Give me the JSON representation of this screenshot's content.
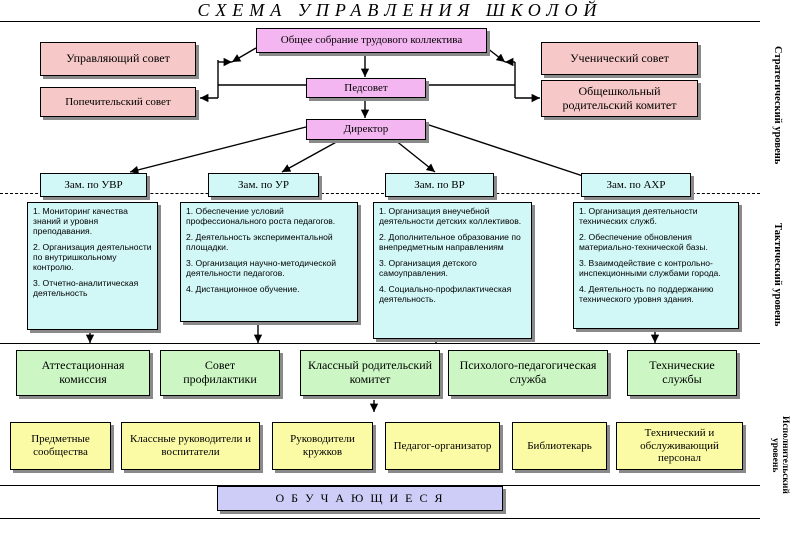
{
  "title": "СХЕМА    УПРАВЛЕНИЯ    ШКОЛОЙ",
  "levels": {
    "strategic": "Стратегический уровень",
    "tactical": "Тактический уровень",
    "executive": "Исполнительский уровень"
  },
  "top": {
    "general_meeting": "Общее собрание трудового коллектива",
    "pedsovet": "Педсовет",
    "director": "Директор",
    "managing_council": "Управляющий совет",
    "trustee_council": "Попечительский совет",
    "student_council": "Ученический совет",
    "parent_committee": "Общешкольный родительский комитет"
  },
  "deputies": [
    {
      "label": "Зам. по УВР",
      "items": [
        "1. Мониторинг качества знаний и уровня преподавания.",
        "2. Организация деятельности по внутришкольному контролю.",
        "3. Отчетно-аналитическая деятельность"
      ]
    },
    {
      "label": "Зам. по УР",
      "items": [
        "1. Обеспечение условий профессионального роста педагогов.",
        "2. Деятельность экспериментальной площадки.",
        "3. Организация научно-методической деятельности педагогов.",
        "4. Дистанционное обучение."
      ]
    },
    {
      "label": "Зам. по ВР",
      "items": [
        "1. Организация внеучебной деятельности детских коллективов.",
        "2. Дополнительное образование по внепредметным направлениям",
        "3. Организация детского самоуправления.",
        "4. Социально-профилактическая деятельность."
      ]
    },
    {
      "label": "Зам. по АХР",
      "items": [
        "1. Организация деятельности технических служб.",
        "2. Обеспечение обновления материально-технической базы.",
        "3. Взаимодействие с контрольно-инспекционными службами города.",
        "4. Деятельность по поддержанию технического уровня здания."
      ]
    }
  ],
  "services": [
    "Аттестационная комиссия",
    "Совет профилактики",
    "Классный родительский комитет",
    "Психолого-педагогическая служба",
    "Технические службы"
  ],
  "executors": [
    "Предметные сообщества",
    "Классные руководители и воспитатели",
    "Руководители кружков",
    "Педагог-организатор",
    "Библиотекарь",
    "Технический и обслуживающий персонал"
  ],
  "students": "О Б У Ч А Ю Щ И Е С Я"
}
